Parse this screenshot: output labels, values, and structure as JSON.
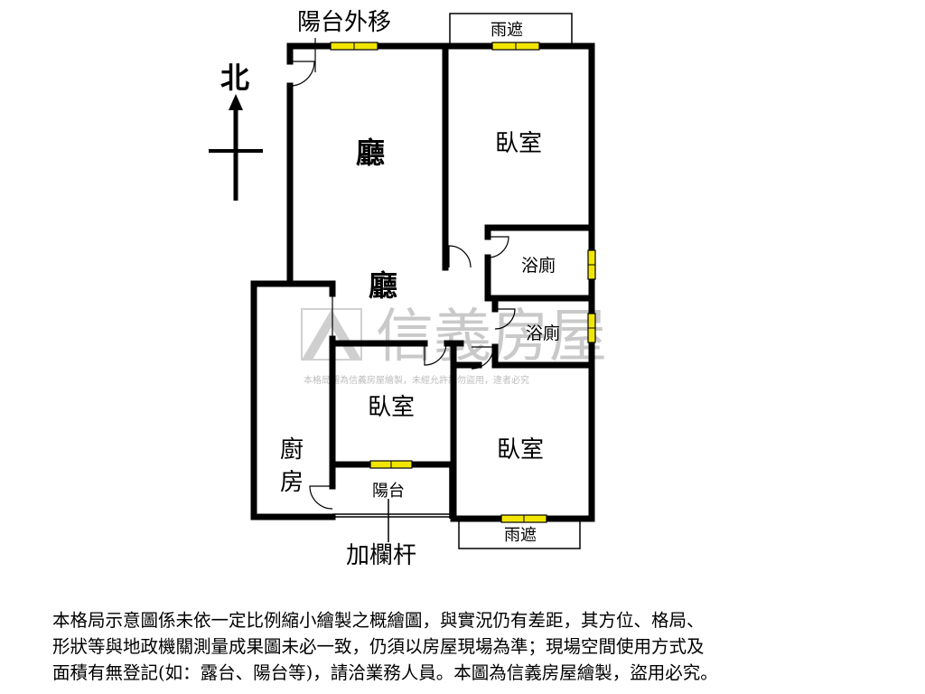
{
  "labels": {
    "balcony_moved": "陽台外移",
    "north": "北",
    "living1": "廳",
    "living2": "廳",
    "bedroom_ne": "臥室",
    "bedroom_mid": "臥室",
    "bedroom_se": "臥室",
    "bath1": "浴廁",
    "bath2": "浴廁",
    "kitchen_1": "廚",
    "kitchen_2": "房",
    "canopy_top": "雨遮",
    "canopy_bottom": "雨遮",
    "balcony": "陽台",
    "railing": "加欄杆"
  },
  "watermark": {
    "brand": "信義房屋",
    "notice": "本格局圖為信義房屋繪製，未經允許請勿盜用，違者必究"
  },
  "disclaimer": [
    "本格局示意圖係未依一定比例縮小繪製之概繪圖，與實況仍有差距，其方位、格局、",
    "形狀等與地政機關測量成果圖未必一致，仍須以房屋現場為準；現場空間使用方式及",
    "面積有無登記(如：露台、陽台等)，請洽業務人員。本圖為信義房屋繪製，盜用必究。"
  ],
  "colors": {
    "wall": "#000000",
    "window": "#f2e600",
    "watermark": "#c9c9c9"
  }
}
